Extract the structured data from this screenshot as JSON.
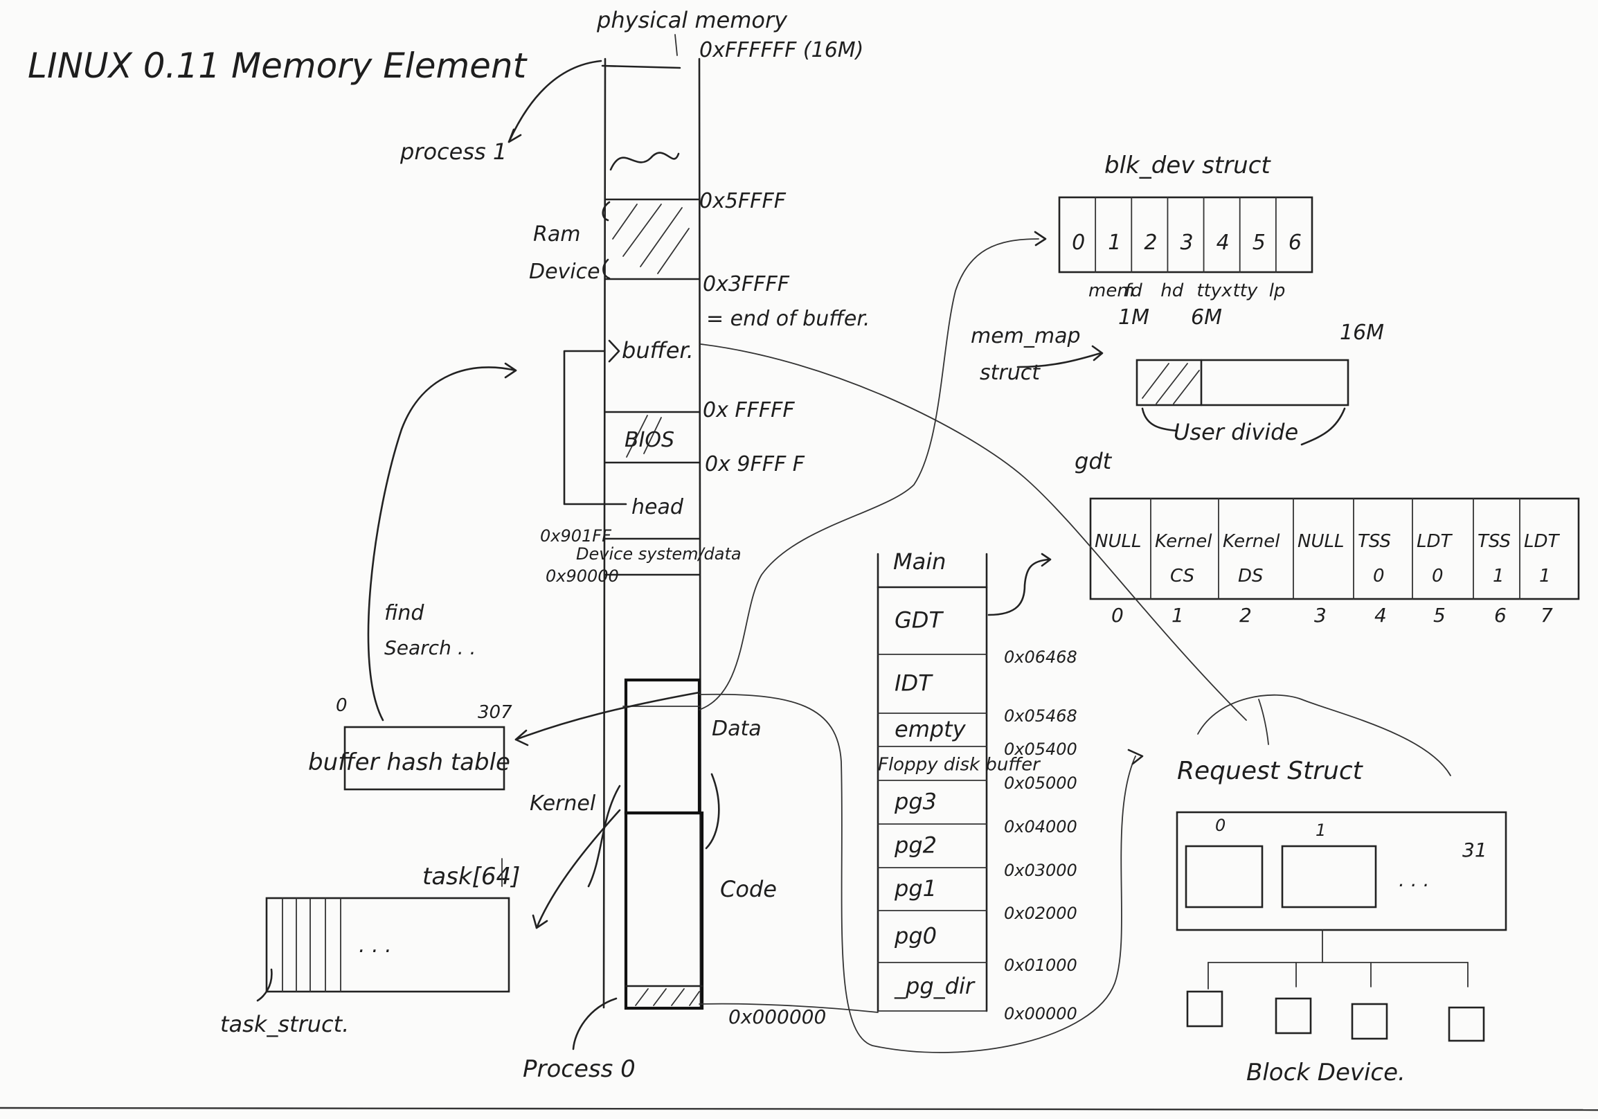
{
  "title": "LINUX 0.11  Memory  Element",
  "physical_memory": {
    "label": "physical memory",
    "addresses": {
      "top": "0xFFFFFF (16M)",
      "a5fffff": "0x5FFFF",
      "a3fffff": "0x3FFFF",
      "end_buffer": "= end of buffer.",
      "affff": "0x FFFFF",
      "a9ffff": "0x 9FFF F",
      "a901ff": "0x901FF",
      "a90000": "0x90000",
      "zero": "0x000000"
    },
    "segments": {
      "buffer": "buffer.",
      "bios": "BIOS",
      "head": "head",
      "device_system_data": "Device  system/data",
      "data": "Data",
      "code": "Code"
    },
    "labels": {
      "ram_device_1": "Ram",
      "ram_device_2": "Device",
      "process1": "process 1",
      "process0": "Process 0",
      "kernel": "Kernel",
      "find_1": "find",
      "find_2": "Search . ."
    }
  },
  "buffer_hash_table": {
    "label": "buffer hash  table",
    "start": "0",
    "end": "307"
  },
  "task": {
    "label": "task[64]",
    "dots": ". . .",
    "struct_label": "task_struct."
  },
  "blk_dev": {
    "title": "blk_dev  struct",
    "cells": [
      "0",
      "1",
      "2",
      "3",
      "4",
      "5",
      "6"
    ],
    "names": [
      "mem",
      "fd",
      "hd",
      "ttyx",
      "tty",
      "lp"
    ]
  },
  "mem_map": {
    "label_1": "mem_map",
    "label_2": "struct",
    "mark_1m": "1M",
    "mark_6m": "6M",
    "mark_16m": "16M",
    "user_divide": "User  divide"
  },
  "gdt": {
    "title": "gdt",
    "cells": [
      {
        "l1": "NULL",
        "l2": ""
      },
      {
        "l1": "Kernel",
        "l2": "CS"
      },
      {
        "l1": "Kernel",
        "l2": "DS"
      },
      {
        "l1": "NULL",
        "l2": ""
      },
      {
        "l1": "TSS",
        "l2": "0"
      },
      {
        "l1": "LDT",
        "l2": "0"
      },
      {
        "l1": "TSS",
        "l2": "1"
      },
      {
        "l1": "LDT",
        "l2": "1"
      }
    ],
    "indices": [
      "0",
      "1",
      "2",
      "3",
      "4",
      "5",
      "6",
      "7"
    ]
  },
  "main": {
    "title": "Main",
    "rows": [
      "GDT",
      "IDT",
      "empty",
      "Floppy disk buffer",
      "pg3",
      "pg2",
      "pg1",
      "pg0",
      "_pg_dir"
    ],
    "addresses": [
      "0x06468",
      "0x05468",
      "0x05400",
      "0x05000",
      "0x04000",
      "0x03000",
      "0x02000",
      "0x01000",
      "0x00000"
    ]
  },
  "request": {
    "title": "Request  Struct",
    "idx0": "0",
    "idx1": "1",
    "idx31": "31",
    "dots": ". . .",
    "block_device": "Block   Device."
  }
}
